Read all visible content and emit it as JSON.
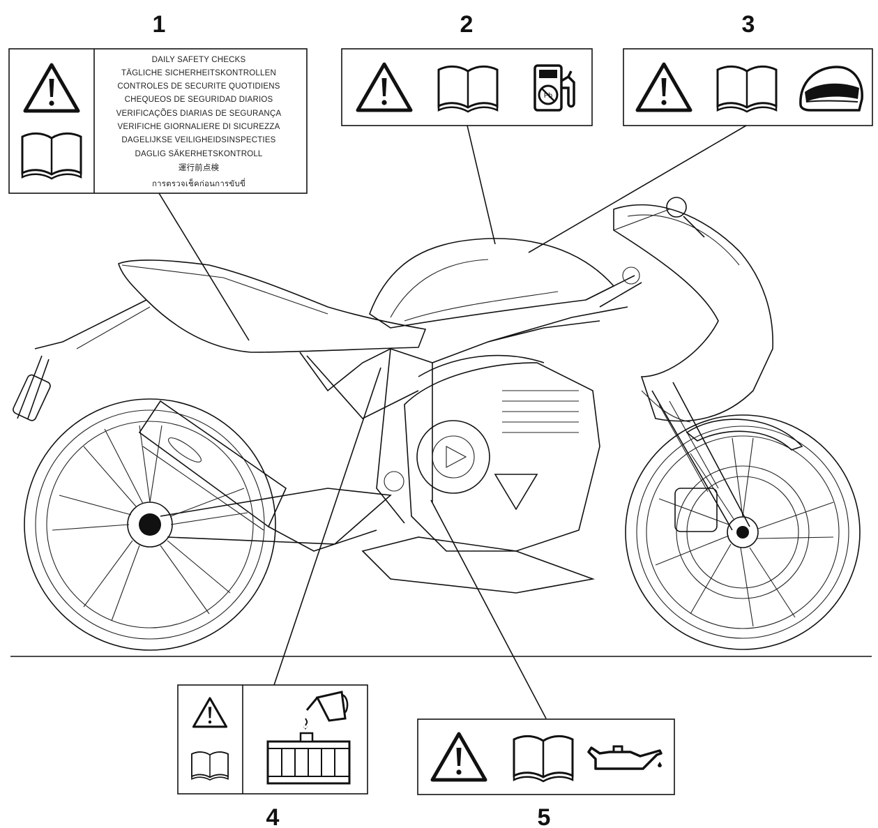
{
  "callouts": [
    {
      "number": "1"
    },
    {
      "number": "2"
    },
    {
      "number": "3"
    },
    {
      "number": "4"
    },
    {
      "number": "5"
    }
  ],
  "label1": {
    "lines": [
      "DAILY SAFETY CHECKS",
      "TÄGLICHE SICHERHEITSKONTROLLEN",
      "CONTROLES DE SECURITE QUOTIDIENS",
      "CHEQUEOS DE SEGURIDAD DIARIOS",
      "VERIFICAÇÕES DIARIAS DE SEGURANÇA",
      "VERIFICHE GIORNALIERE DI SICUREZZA",
      "DAGELIJKSE VEILIGHEIDSINSPECTIES",
      "DAGLIG SÄKERHETSKONTROLL",
      "運行前点検",
      "การตรวจเช็คก่อนการขับขี่"
    ]
  },
  "icons": {
    "label1": [
      "warning-triangle-icon",
      "manual-book-icon"
    ],
    "label2": [
      "warning-triangle-icon",
      "manual-book-icon",
      "unleaded-fuel-pump-icon"
    ],
    "label3": [
      "warning-triangle-icon",
      "manual-book-icon",
      "helmet-icon"
    ],
    "label4": [
      "warning-triangle-icon",
      "manual-book-icon",
      "coolant-radiator-icon"
    ],
    "label5": [
      "warning-triangle-icon",
      "manual-book-icon",
      "oil-can-icon"
    ]
  }
}
